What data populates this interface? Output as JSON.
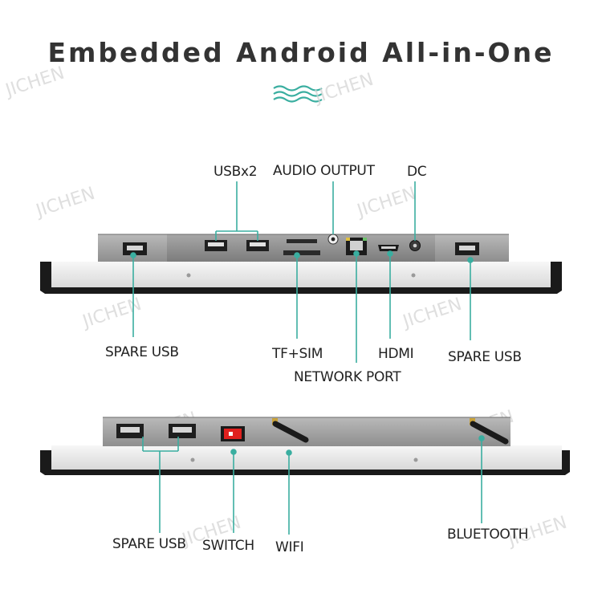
{
  "title": "Embedded Android All-in-One",
  "watermark": "JICHEN",
  "accent_color": "#3aaea0",
  "top_view": {
    "labels": {
      "usbx2": "USBx2",
      "audio_output": "AUDIO OUTPUT",
      "dc": "DC",
      "spare_usb_left": "SPARE USB",
      "tf_sim": "TF+SIM",
      "hdmi": "HDMI",
      "spare_usb_right": "SPARE USB",
      "network_port": "NETWORK PORT"
    }
  },
  "bottom_view": {
    "labels": {
      "spare_usb": "SPARE USB",
      "switch": "SWITCH",
      "wifi": "WIFI",
      "bluetooth": "BLUETOOTH"
    }
  },
  "icons": [
    "wave-icon",
    "usb-port-icon",
    "audio-jack-icon",
    "dc-jack-icon",
    "rj45-port-icon",
    "hdmi-port-icon",
    "sd-slot-icon",
    "rocker-switch-icon",
    "antenna-icon"
  ]
}
